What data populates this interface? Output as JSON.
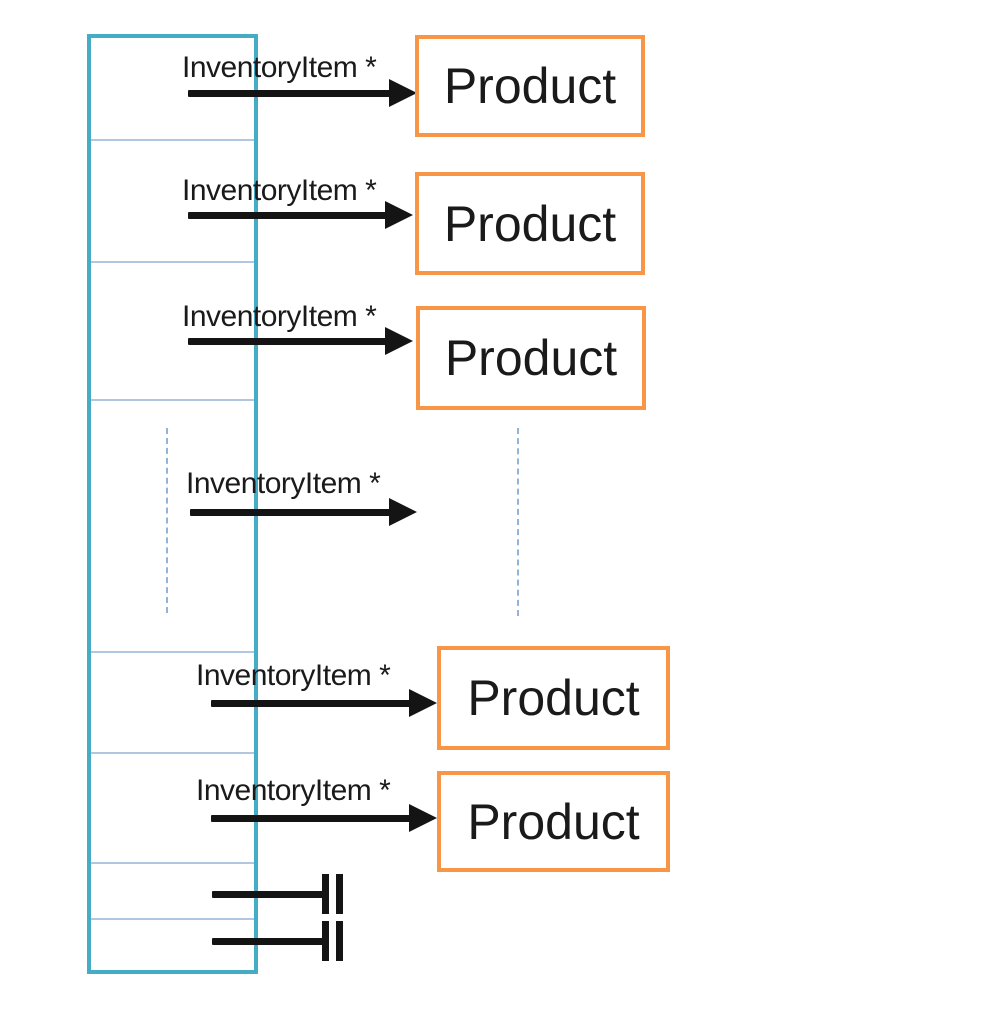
{
  "colors": {
    "container_border": "#45acc6",
    "row_divider": "#95b3d7",
    "product_border": "#f79646",
    "arrow": "#141414",
    "text": "#1a1a1a"
  },
  "inventory_list": {
    "row_count": 8
  },
  "associations": [
    {
      "label": "InventoryItem *",
      "target": "Product"
    },
    {
      "label": "InventoryItem *",
      "target": "Product"
    },
    {
      "label": "InventoryItem *",
      "target": "Product"
    },
    {
      "label": "InventoryItem *",
      "target": ""
    },
    {
      "label": "InventoryItem *",
      "target": "Product"
    },
    {
      "label": "InventoryItem *",
      "target": "Product"
    }
  ],
  "null_references": [
    {
      "symbol": "null-terminator"
    },
    {
      "symbol": "null-terminator"
    }
  ],
  "products": [
    {
      "label": "Product"
    },
    {
      "label": "Product"
    },
    {
      "label": "Product"
    },
    {
      "label": "Product"
    },
    {
      "label": "Product"
    }
  ]
}
